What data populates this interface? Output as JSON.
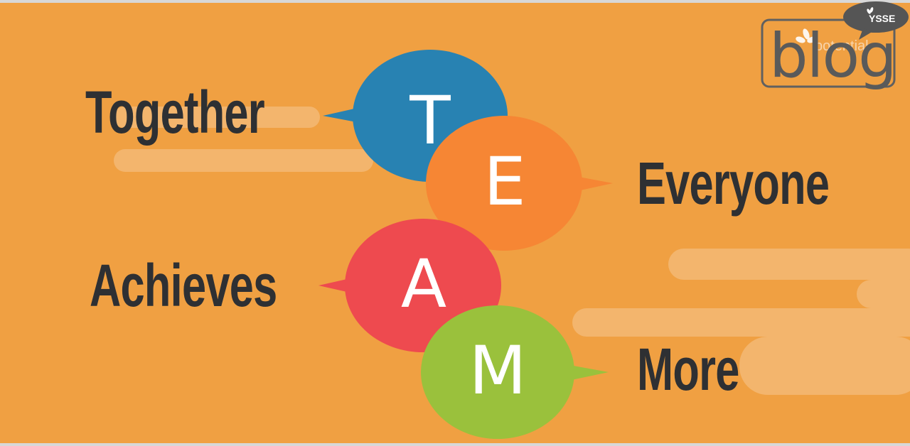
{
  "words": {
    "together": "Together",
    "everyone": "Everyone",
    "achieves": "Achieves",
    "more": "More"
  },
  "letters": {
    "t": "T",
    "e": "E",
    "a": "A",
    "m": "M"
  },
  "logo": {
    "text": "blog",
    "badge": "YSSE",
    "subtext": "potential"
  },
  "colors": {
    "background": "#f0a042",
    "cloud": "#f3b56d",
    "text": "#2e3033",
    "t_bubble": "#2882b2",
    "e_bubble": "#f68634",
    "a_bubble": "#ee4a4f",
    "m_bubble": "#9ac13c"
  }
}
